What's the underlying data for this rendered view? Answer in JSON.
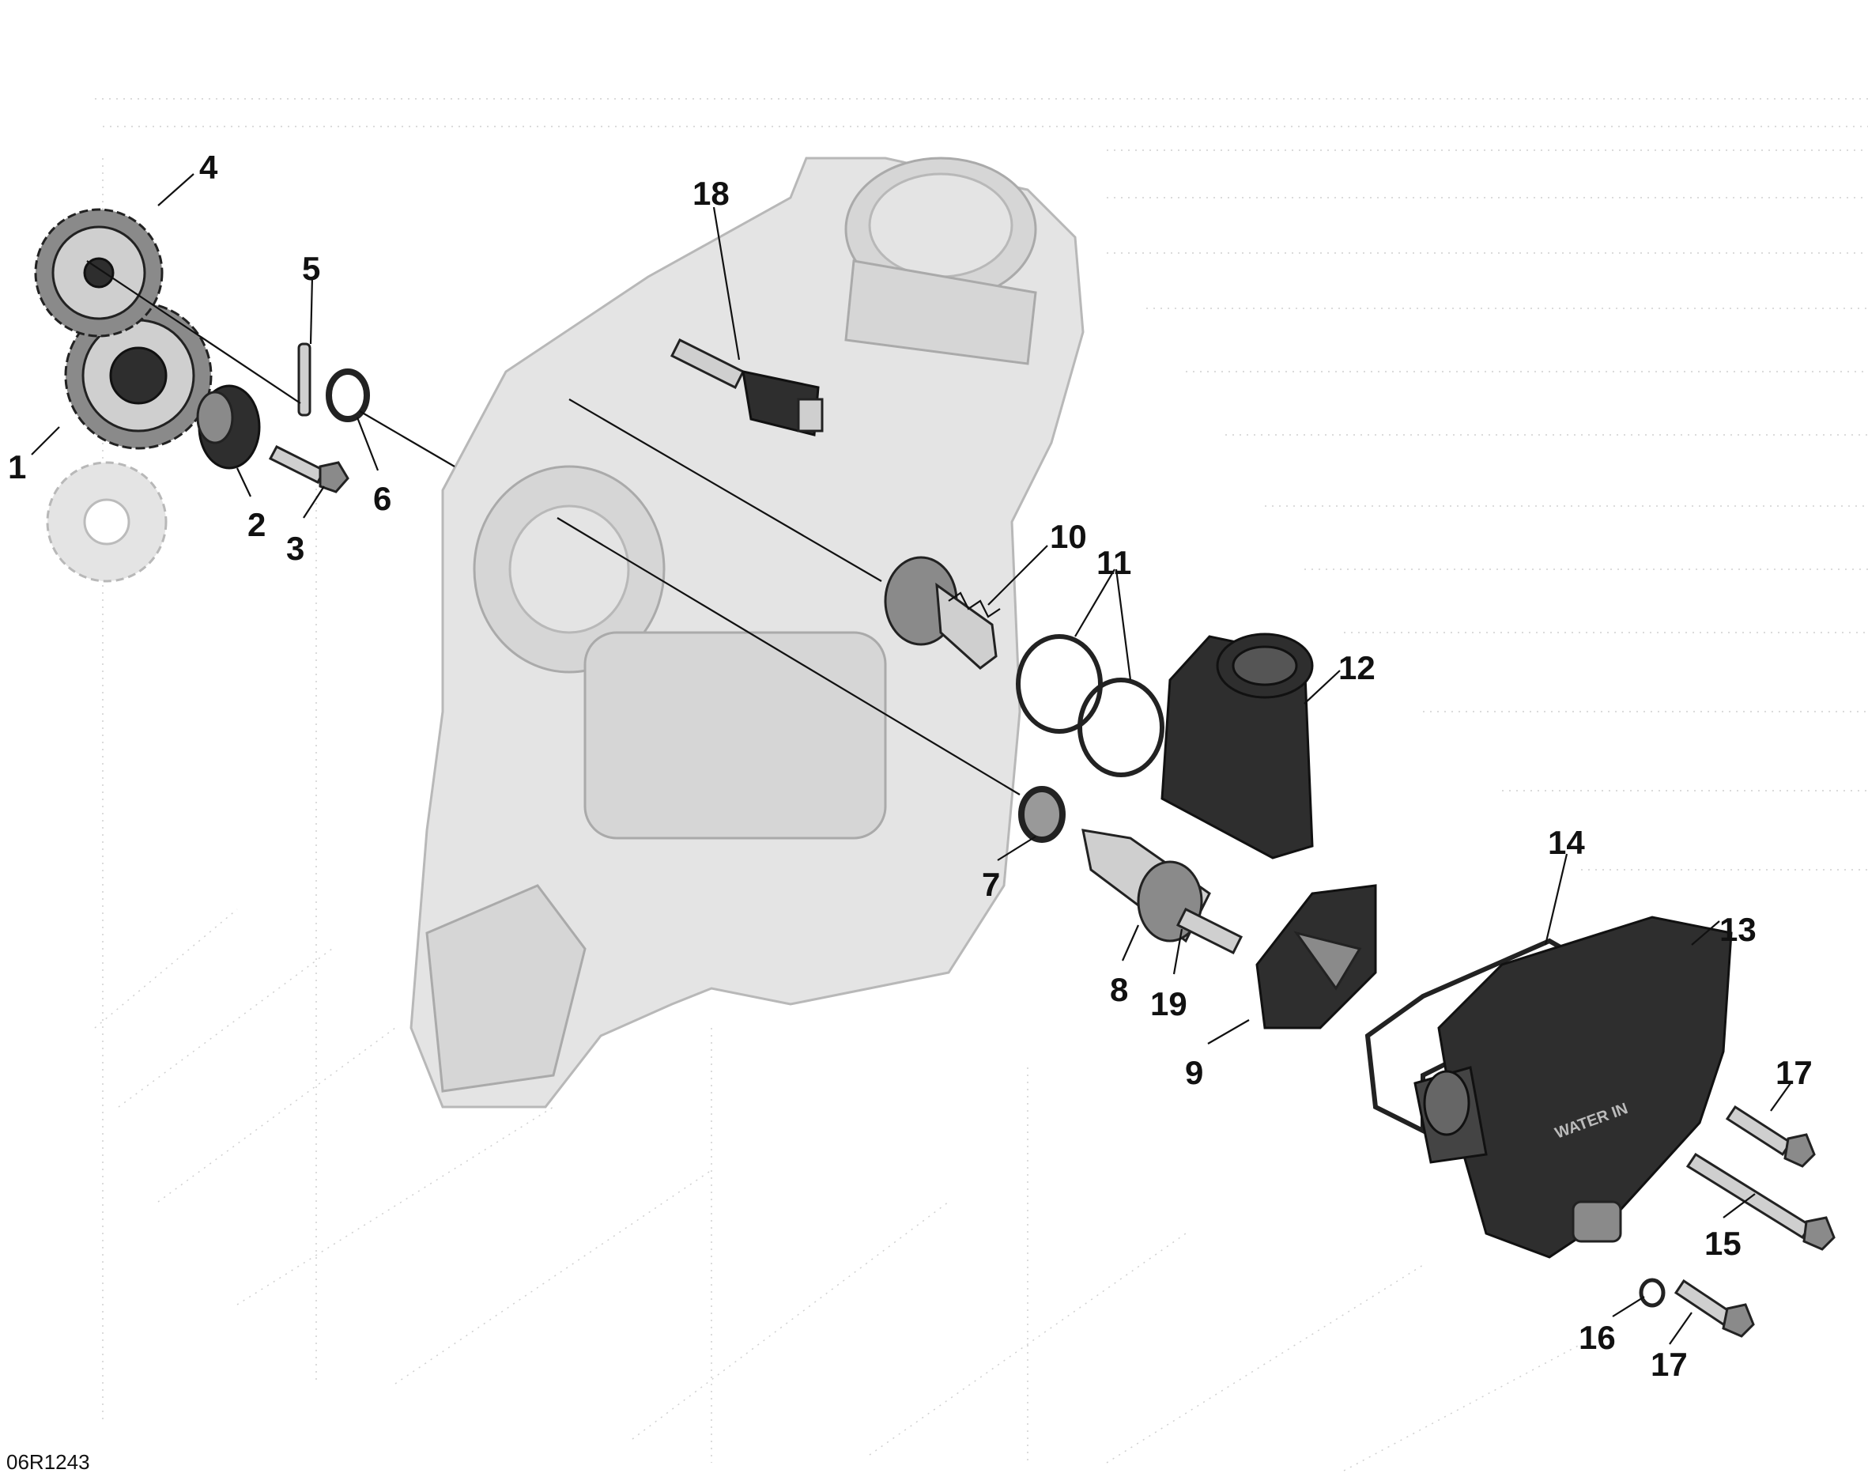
{
  "diagram": {
    "reference_code": "06R1243",
    "callouts": [
      {
        "label": "1"
      },
      {
        "label": "2"
      },
      {
        "label": "3"
      },
      {
        "label": "4"
      },
      {
        "label": "5"
      },
      {
        "label": "6"
      },
      {
        "label": "7"
      },
      {
        "label": "8"
      },
      {
        "label": "9"
      },
      {
        "label": "10"
      },
      {
        "label": "11"
      },
      {
        "label": "12"
      },
      {
        "label": "13"
      },
      {
        "label": "14"
      },
      {
        "label": "15"
      },
      {
        "label": "16"
      },
      {
        "label": "17"
      },
      {
        "label": "17"
      },
      {
        "label": "18"
      },
      {
        "label": "19"
      }
    ],
    "embossed_text": "WATER IN"
  }
}
